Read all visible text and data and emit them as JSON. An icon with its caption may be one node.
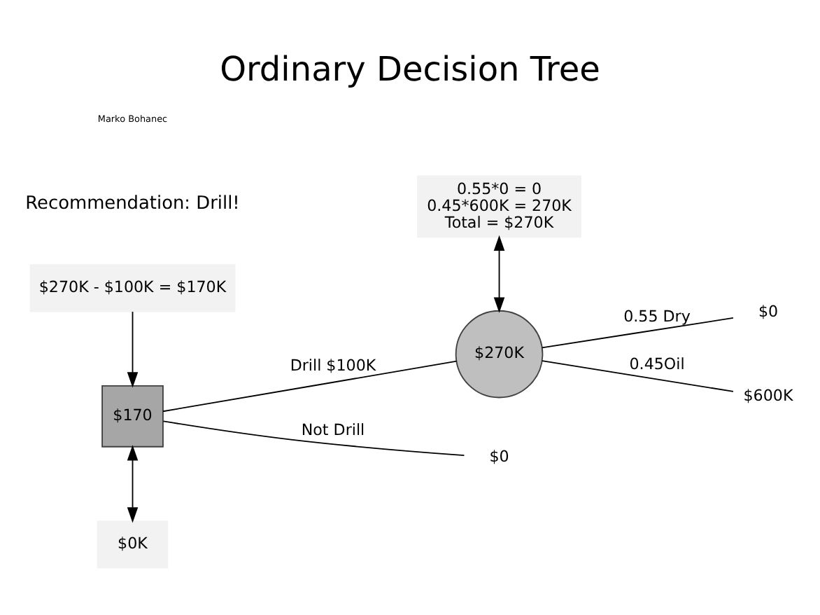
{
  "diagram": {
    "title": "Ordinary Decision Tree",
    "nodes": [
      {
        "text": [
          "0.55*0 = 0",
          "0.45*600K = 270K",
          "Total = $270K"
        ]
      },
      {
        "text": [
          "$270K - $100K = $170K"
        ]
      },
      {
        "text": [
          "$270K"
        ]
      },
      {
        "text": [
          "$0"
        ]
      },
      {
        "text": [
          "$170"
        ]
      },
      {
        "text": [
          "$600K"
        ]
      },
      {
        "text": [
          "$0"
        ]
      },
      {
        "text": [
          "$0K"
        ]
      }
    ],
    "edges": [
      {
        "from": 0,
        "to": 2,
        "arrow": "both"
      },
      {
        "from": 1,
        "to": 4,
        "arrow": "to"
      },
      {
        "from": 4,
        "to": 2,
        "arrow": "none",
        "label": "Drill $100K"
      },
      {
        "from": 2,
        "to": 3,
        "arrow": "none",
        "label": "0.55 Dry"
      },
      {
        "from": 2,
        "to": 5,
        "arrow": "none",
        "label": "0.45Oil"
      },
      {
        "from": 4,
        "to": 6,
        "arrow": "none",
        "label": "Not Drill"
      },
      {
        "from": 4,
        "to": 7,
        "arrow": "both"
      }
    ],
    "labels": [
      "Recommendation: Drill!",
      "Marko Bohanec"
    ]
  }
}
